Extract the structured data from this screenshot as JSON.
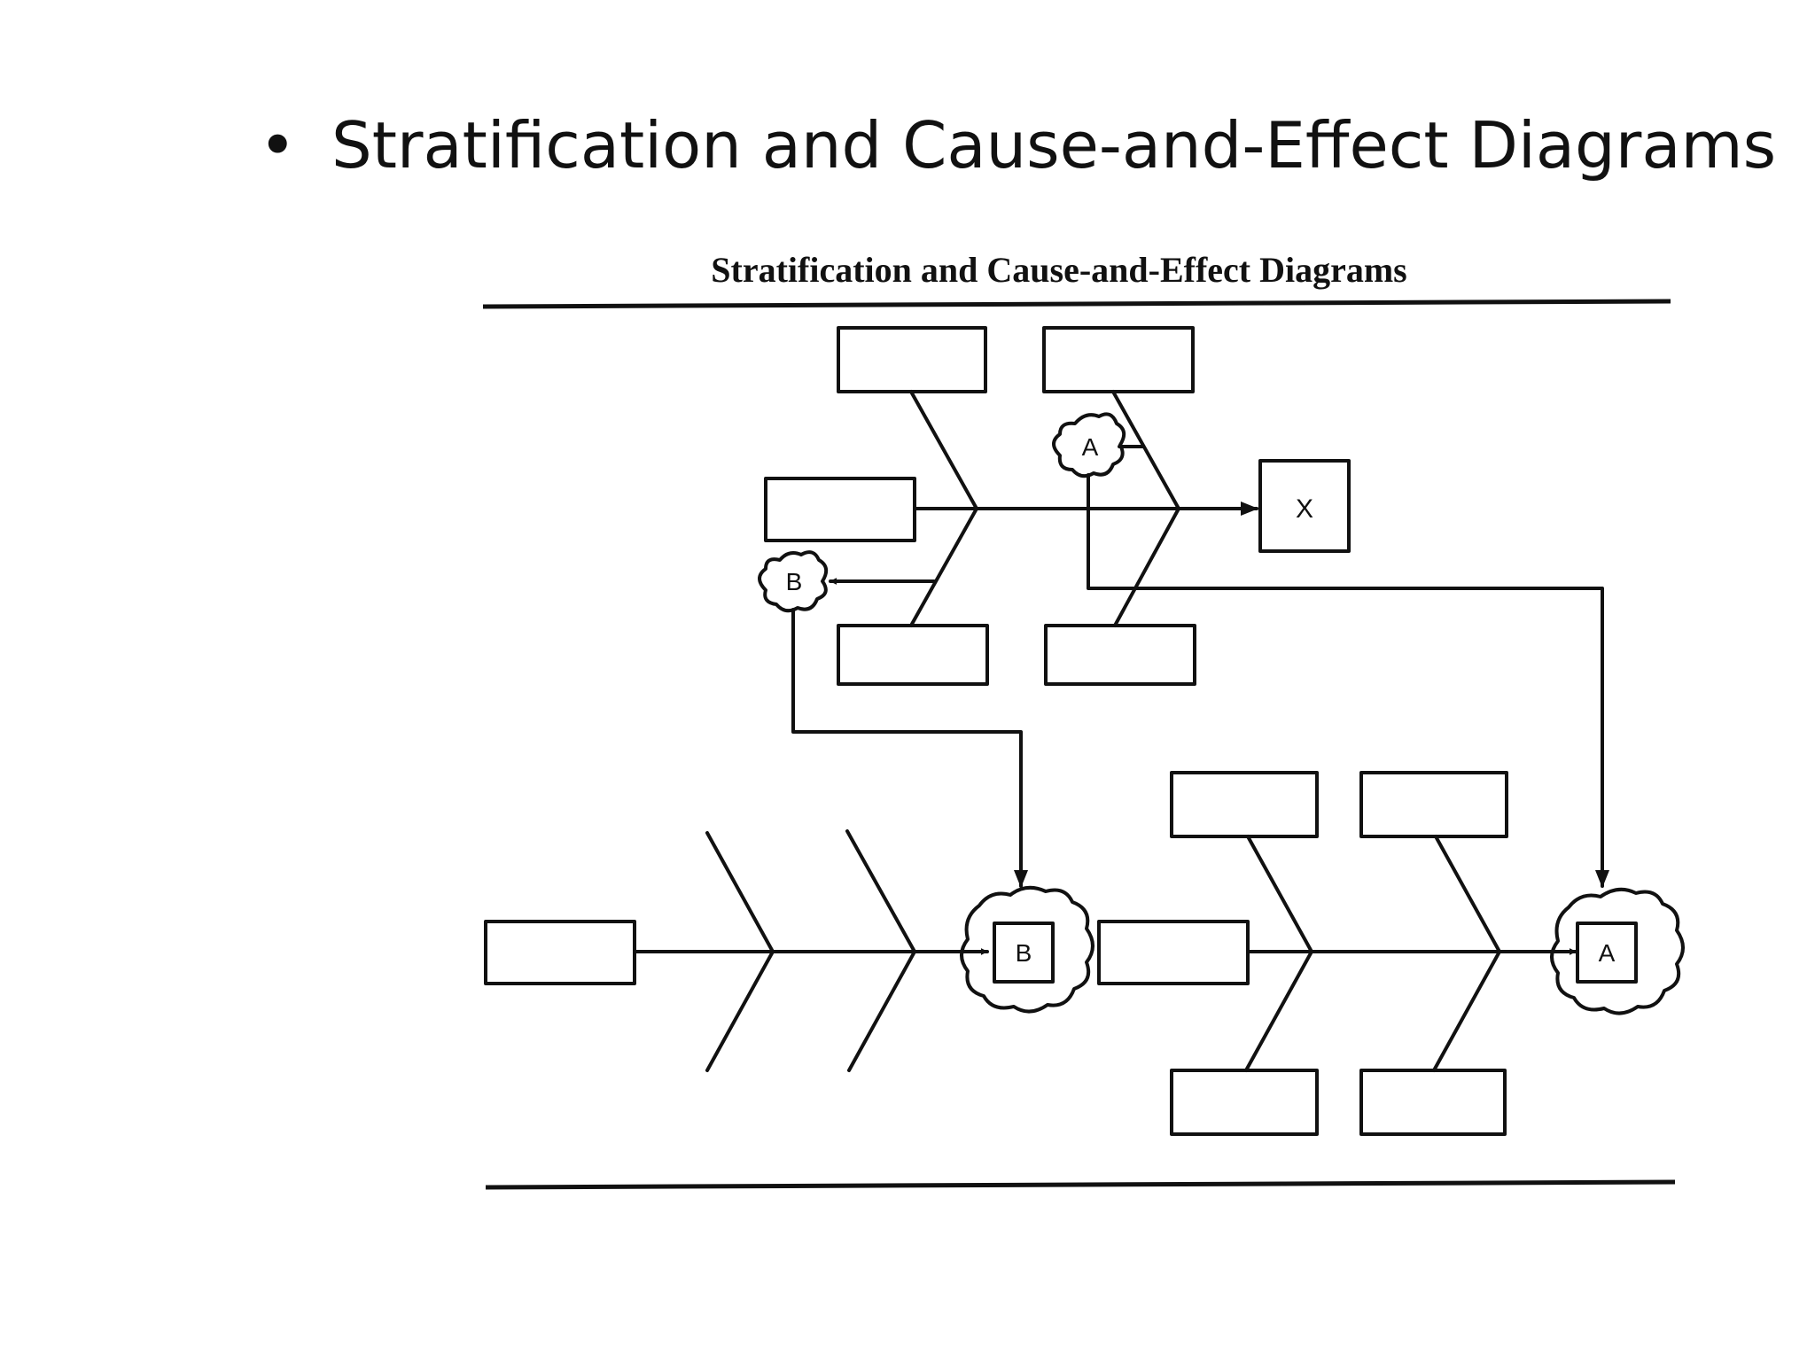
{
  "slide": {
    "bullet": "•",
    "title": "Stratification and Cause-and-Effect Diagrams"
  },
  "figure": {
    "caption": "Stratification and Cause-and-Effect Diagrams",
    "top_diagram": {
      "effect_label": "X",
      "marker_a_label": "A",
      "marker_b_label": "B"
    },
    "bottom_left_diagram": {
      "effect_label": "B"
    },
    "bottom_right_diagram": {
      "effect_label": "A"
    }
  },
  "colors": {
    "ink": "#111111",
    "background": "#ffffff"
  }
}
